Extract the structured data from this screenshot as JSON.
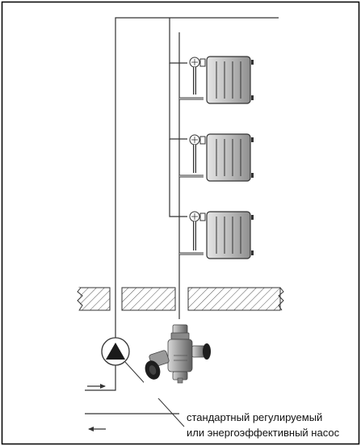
{
  "diagram": {
    "caption_line1": "стандартный регулируемый",
    "caption_line2": "или энергоэффективный насос",
    "radiator_count": 3,
    "floor_slab_segments": 3,
    "icons": {
      "pump": "pump-symbol-icon",
      "flow_in": "arrow-right-icon",
      "flow_out": "arrow-left-icon",
      "valve": "balancing-valve-icon",
      "radiator": "radiator-icon",
      "thermostat": "thermostatic-head-icon"
    },
    "colors": {
      "line": "#333333",
      "frame": "#000000",
      "radiator_body": "#c8c8c8",
      "valve_metal": "#9a9a9a",
      "valve_dark": "#1e1e1e",
      "hatch": "#555555"
    }
  }
}
